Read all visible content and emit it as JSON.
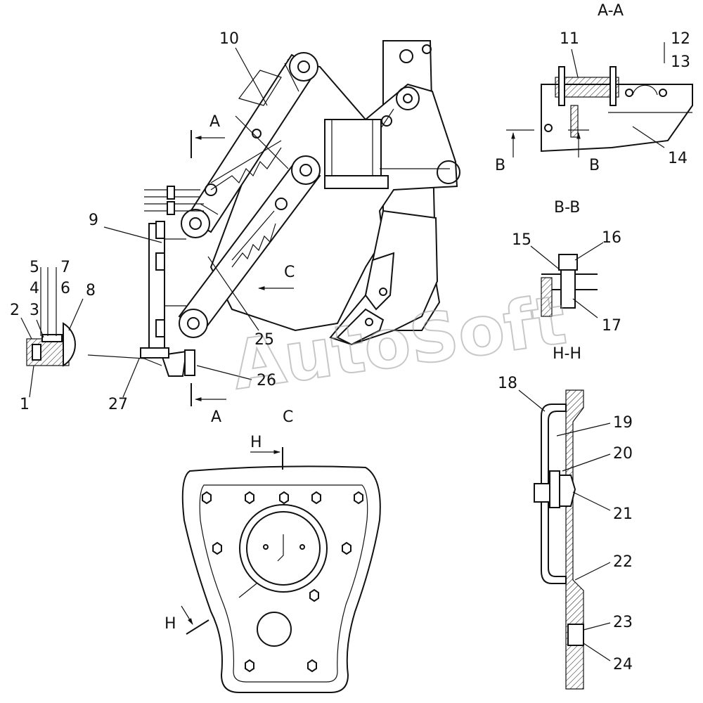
{
  "labels": {
    "n1": "1",
    "n2": "2",
    "n3": "3",
    "n4": "4",
    "n5": "5",
    "n6": "6",
    "n7": "7",
    "n8": "8",
    "n9": "9",
    "n10": "10",
    "n11": "11",
    "n12": "12",
    "n13": "13",
    "n14": "14",
    "n15": "15",
    "n16": "16",
    "n17": "17",
    "n18": "18",
    "n19": "19",
    "n20": "20",
    "n21": "21",
    "n22": "22",
    "n23": "23",
    "n24": "24",
    "n25": "25",
    "n26": "26",
    "n27": "27"
  },
  "sections": {
    "aa": "A-A",
    "bb": "B-B",
    "hh": "H-H",
    "view_c": "C",
    "view_a": "A"
  },
  "markers": {
    "a_top": "A",
    "a_bottom": "A",
    "c_arrow": "C",
    "b_left": "B",
    "b_right": "B",
    "h_top": "H",
    "h_left": "H"
  },
  "watermark": "AutoSoft"
}
